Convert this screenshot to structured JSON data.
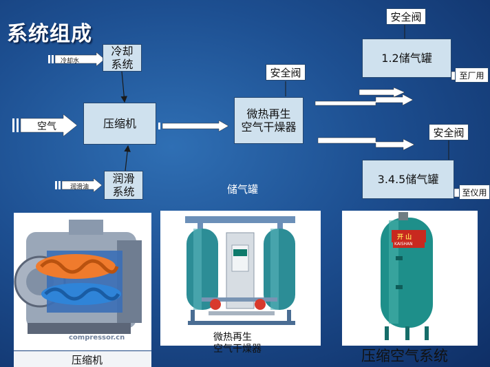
{
  "title": "系统组成",
  "boxes": {
    "cooling_system": "冷却\n系统",
    "compressor": "压缩机",
    "lubrication_system": "润滑\n系统",
    "dryer": "微热再生\n空气干燥器",
    "tank_12": "1.2储气罐",
    "tank_345": "3.4.5储气罐",
    "safety_valve_top": "安全阀",
    "safety_valve_dryer": "安全阀",
    "safety_valve_345": "安全阀",
    "to_plant": "至厂用",
    "to_instrument": "至仪用"
  },
  "inputs": {
    "cooling_water": "冷却水",
    "air": "空气",
    "lube_oil": "润滑油"
  },
  "labels": {
    "gas_tank_caption": "储气罐",
    "compressor_caption": "压缩机",
    "dryer_caption": "微热再生\n空气干燥器",
    "system_caption": "压缩空气系统",
    "tank_brand": "开 山",
    "tank_brand_en": "KAISHAN",
    "watermark": "compressor.cn"
  },
  "colors": {
    "background": "#1d4f91",
    "box_fill": "#cfe1ee",
    "tank_teal": "#1e8f8a"
  }
}
